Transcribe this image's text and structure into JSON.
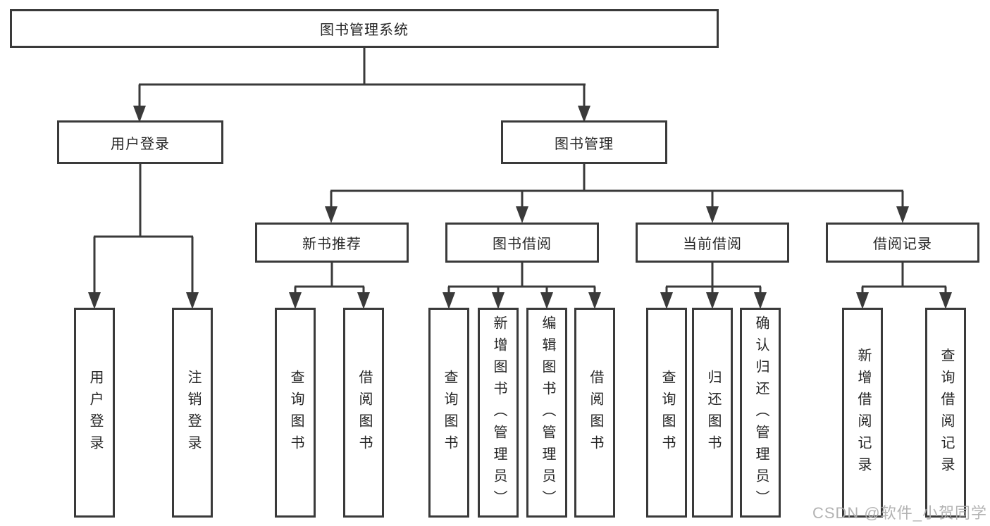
{
  "tree": {
    "root": {
      "label": "图书管理系统"
    },
    "branches": [
      {
        "label": "用户登录",
        "children": [
          {
            "label": "用户登录"
          },
          {
            "label": "注销登录"
          }
        ]
      },
      {
        "label": "图书管理",
        "children": [
          {
            "label": "新书推荐",
            "children": [
              {
                "label": "查询图书"
              },
              {
                "label": "借阅图书"
              }
            ]
          },
          {
            "label": "图书借阅",
            "children": [
              {
                "label": "查询图书"
              },
              {
                "label": "新增图书（管理员）"
              },
              {
                "label": "编辑图书（管理员）"
              },
              {
                "label": "借阅图书"
              }
            ]
          },
          {
            "label": "当前借阅",
            "children": [
              {
                "label": "查询图书"
              },
              {
                "label": "归还图书"
              },
              {
                "label": "确认归还（管理员）"
              }
            ]
          },
          {
            "label": "借阅记录",
            "children": [
              {
                "label": "新增借阅记录"
              },
              {
                "label": "查询借阅记录"
              }
            ]
          }
        ]
      }
    ]
  },
  "watermark": "CSDN @软件_小贺同学",
  "colors": {
    "line": "#3a3a3a",
    "text": "#262626",
    "box_background": "#ffffff",
    "page_background": "#ffffff",
    "watermark": "#acacac"
  }
}
